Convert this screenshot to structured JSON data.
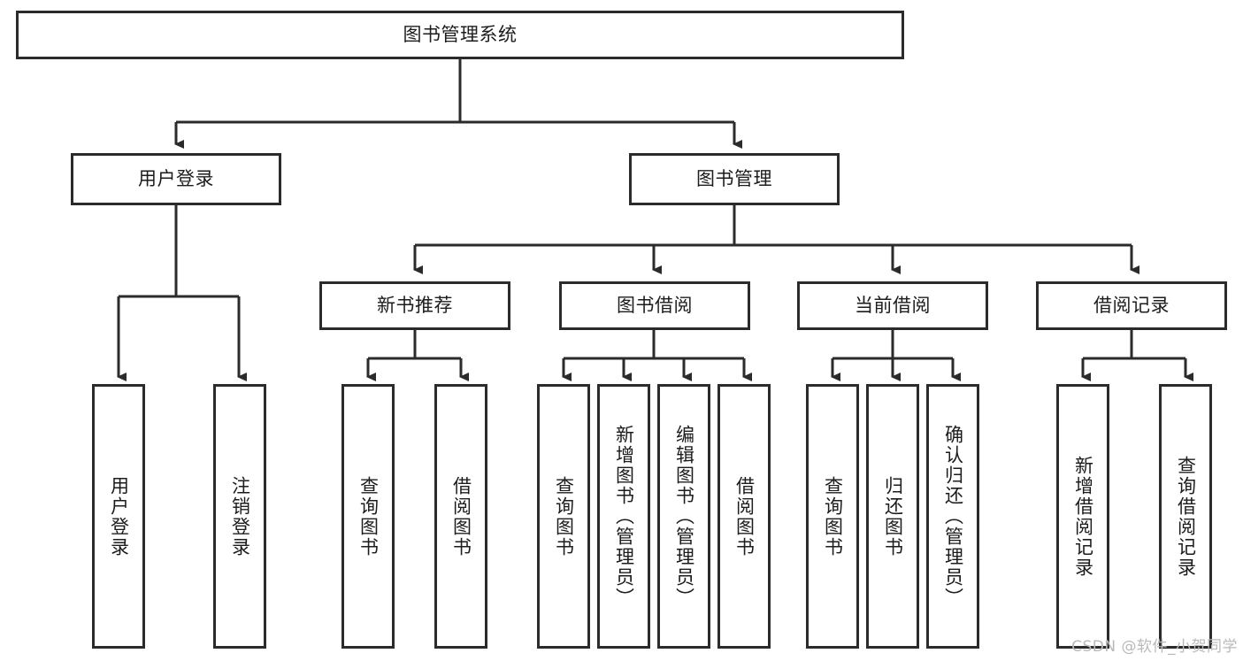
{
  "diagram": {
    "title": "图书管理系统",
    "root": {
      "label": "图书管理系统"
    },
    "level2": [
      {
        "label": "用户登录"
      },
      {
        "label": "图书管理"
      }
    ],
    "level3": [
      {
        "label": "新书推荐"
      },
      {
        "label": "图书借阅"
      },
      {
        "label": "当前借阅"
      },
      {
        "label": "借阅记录"
      }
    ],
    "leaves": {
      "user_login": [
        {
          "label": "用户登录"
        },
        {
          "label": "注销登录"
        }
      ],
      "new_book_recommend": [
        {
          "label": "查询图书"
        },
        {
          "label": "借阅图书"
        }
      ],
      "book_borrow": [
        {
          "label": "查询图书"
        },
        {
          "label": "新增图书（管理员）"
        },
        {
          "label": "编辑图书（管理员）"
        },
        {
          "label": "借阅图书"
        }
      ],
      "current_borrow": [
        {
          "label": "查询图书"
        },
        {
          "label": "归还图书"
        },
        {
          "label": "确认归还（管理员）"
        }
      ],
      "borrow_record": [
        {
          "label": "新增借阅记录"
        },
        {
          "label": "查询借阅记录"
        }
      ]
    }
  },
  "watermark": {
    "text": "CSDN @软件_小贺同学"
  },
  "colors": {
    "background": "#ffffff",
    "box_border": "#2b2b2b",
    "box_fill": "#ffffff",
    "text": "#1c1c1c",
    "connector": "#2b2b2b",
    "watermark": "#b9b9b9"
  }
}
